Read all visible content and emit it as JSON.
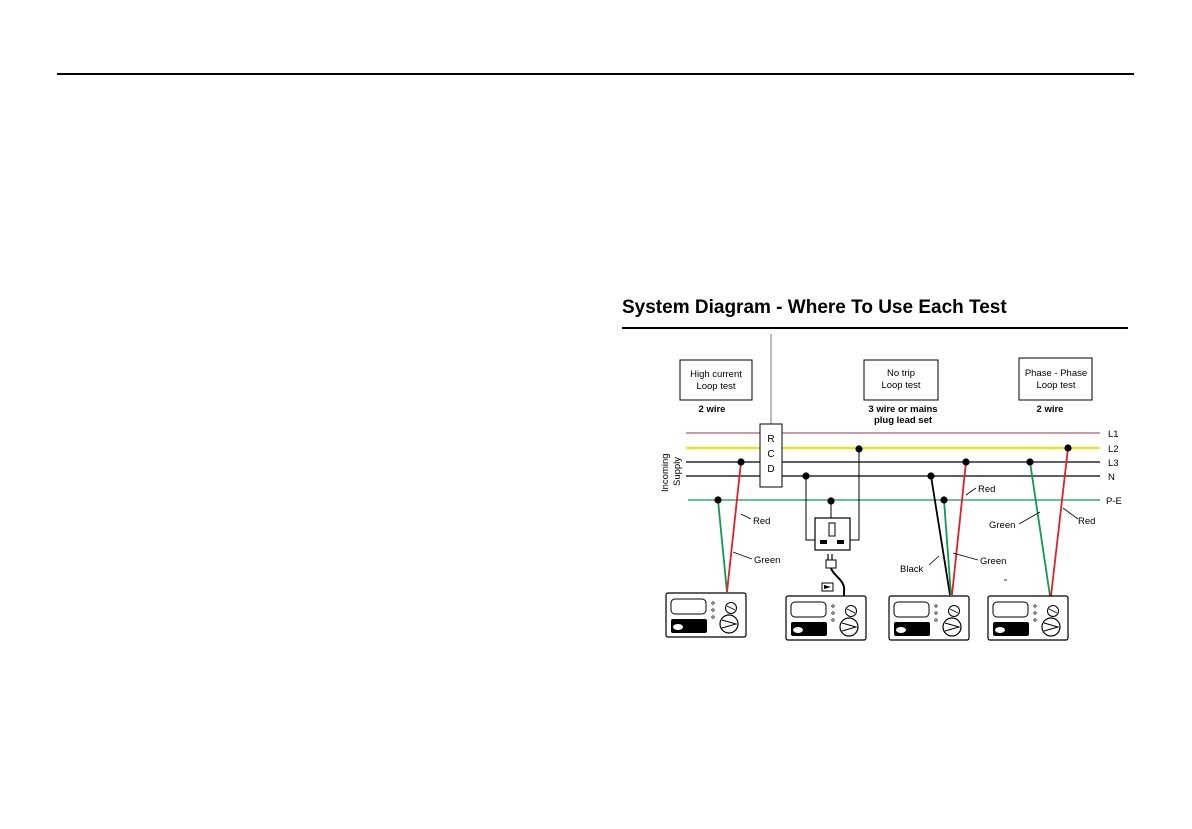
{
  "section_title": "System Diagram - Where To Use Each Test",
  "test_boxes": [
    {
      "line1": "High current",
      "line2": "Loop test",
      "caption1": "2 wire",
      "caption2": ""
    },
    {
      "line1": "No trip",
      "line2": "Loop test",
      "caption1": "3 wire or mains",
      "caption2": "plug lead set"
    },
    {
      "line1": "Phase - Phase",
      "line2": "Loop test",
      "caption1": "2 wire",
      "caption2": ""
    }
  ],
  "rcd_letters": [
    "R",
    "C",
    "D"
  ],
  "supply_label_line1": "Incoming",
  "supply_label_line2": "Supply",
  "conductors": [
    {
      "label": "L1",
      "color": "#b05a78"
    },
    {
      "label": "L2",
      "color": "#f2e600"
    },
    {
      "label": "L3",
      "color": "#000000"
    },
    {
      "label": "N",
      "color": "#000000"
    },
    {
      "label": "P-E",
      "color": "#0d9a55"
    }
  ],
  "lead_labels": {
    "red_1": "Red",
    "green_1": "Green",
    "red_2": "Red",
    "black": "Black",
    "green_2": "Green",
    "green_3": "Green",
    "red_3": "Red"
  },
  "lead_colors": {
    "red": "#e0202a",
    "green": "#0d9a55",
    "black": "#000000"
  }
}
